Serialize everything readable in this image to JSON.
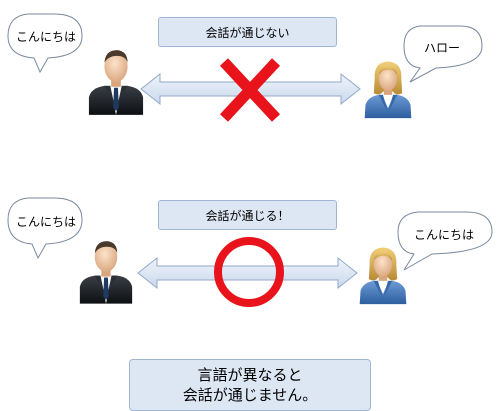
{
  "scene1": {
    "caption": "会話が通じない",
    "left_speech": "こんにちは",
    "right_speech": "ハロー"
  },
  "scene2": {
    "caption": "会話が通じる！",
    "left_speech": "こんにちは",
    "right_speech": "こんにちは"
  },
  "note": {
    "line1": "言語が異なると",
    "line2": "会話が通じません。"
  },
  "colors": {
    "label_fill": "#dde7f4",
    "label_border": "#9fb6d4",
    "arrow_fill": "#dde7f4",
    "arrow_stroke": "#90a8c8",
    "cross": "#e8131b",
    "circle": "#e8131b",
    "man_suit": "#1d2125",
    "woman_suit": "#3f73b6",
    "woman_hair": "#d8b25c"
  }
}
